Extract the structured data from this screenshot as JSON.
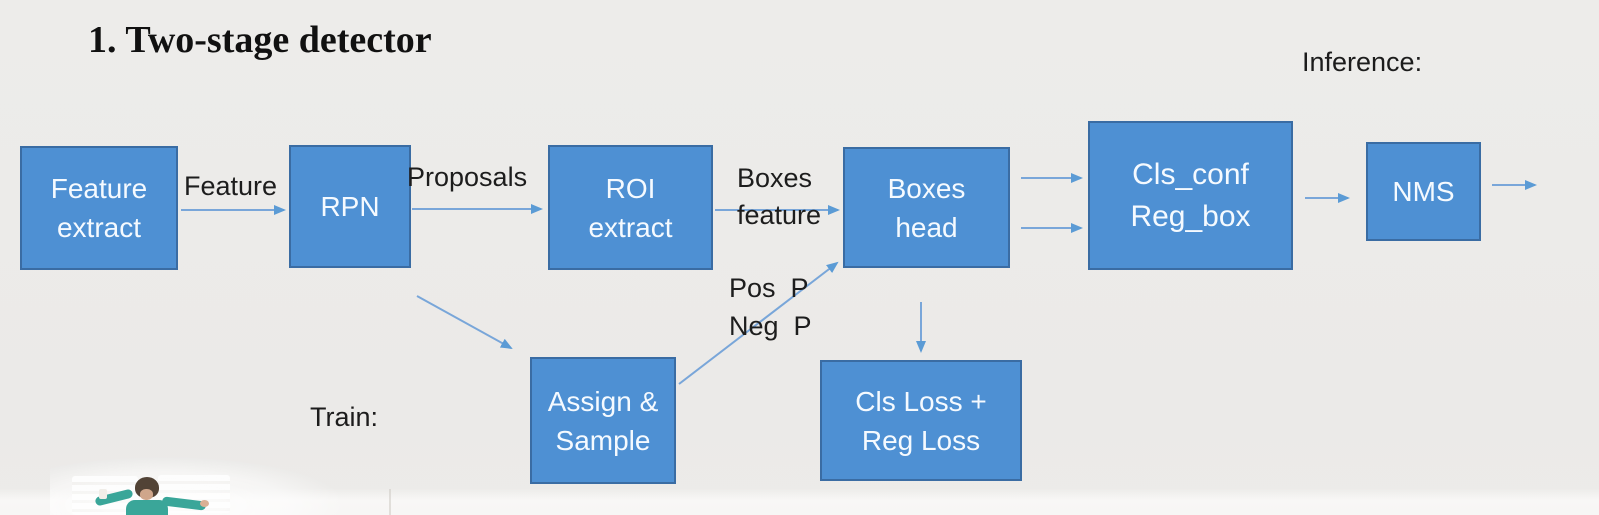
{
  "title": "1. Two-stage detector",
  "annotations": {
    "inference": "Inference:",
    "train": "Train:"
  },
  "nodes": [
    {
      "id": "feature-extract",
      "label": "Feature\nextract"
    },
    {
      "id": "rpn",
      "label": "RPN"
    },
    {
      "id": "roi-extract",
      "label": "ROI\nextract"
    },
    {
      "id": "boxes-head",
      "label": "Boxes\nhead"
    },
    {
      "id": "cls-conf-reg-box",
      "label": "Cls_conf\nReg_box"
    },
    {
      "id": "nms",
      "label": "NMS"
    },
    {
      "id": "assign-sample",
      "label": "Assign &\nSample"
    },
    {
      "id": "cls-loss-reg-loss",
      "label": "Cls Loss +\nReg Loss"
    }
  ],
  "edge_labels": [
    {
      "id": "feature",
      "text": "Feature"
    },
    {
      "id": "proposals",
      "text": "Proposals"
    },
    {
      "id": "boxes-feature",
      "text": "Boxes\nfeature"
    },
    {
      "id": "pos-neg",
      "text": "Pos  P\nNeg  P"
    }
  ],
  "edges": [
    {
      "from": "feature-extract",
      "to": "rpn",
      "label": "Feature"
    },
    {
      "from": "rpn",
      "to": "roi-extract",
      "label": "Proposals"
    },
    {
      "from": "roi-extract",
      "to": "boxes-head",
      "label": "Boxes feature"
    },
    {
      "from": "boxes-head",
      "to": "cls-conf-reg-box",
      "label": ""
    },
    {
      "from": "boxes-head",
      "to": "cls-conf-reg-box",
      "label": ""
    },
    {
      "from": "cls-conf-reg-box",
      "to": "nms",
      "label": ""
    },
    {
      "from": "nms",
      "to": "output",
      "label": ""
    },
    {
      "from": "rpn",
      "to": "assign-sample",
      "label": ""
    },
    {
      "from": "assign-sample",
      "to": "boxes-head",
      "label": "Pos P / Neg P"
    },
    {
      "from": "boxes-head",
      "to": "cls-loss-reg-loss",
      "label": ""
    }
  ],
  "colors": {
    "background": "#ecebe9",
    "node_fill": "#4e90d3",
    "node_border": "#3a6ca3",
    "node_text": "#f5faff",
    "arrow": "#5b9bd5",
    "label_text": "#1c1c1c",
    "presenter_shirt": "#2aa092"
  }
}
